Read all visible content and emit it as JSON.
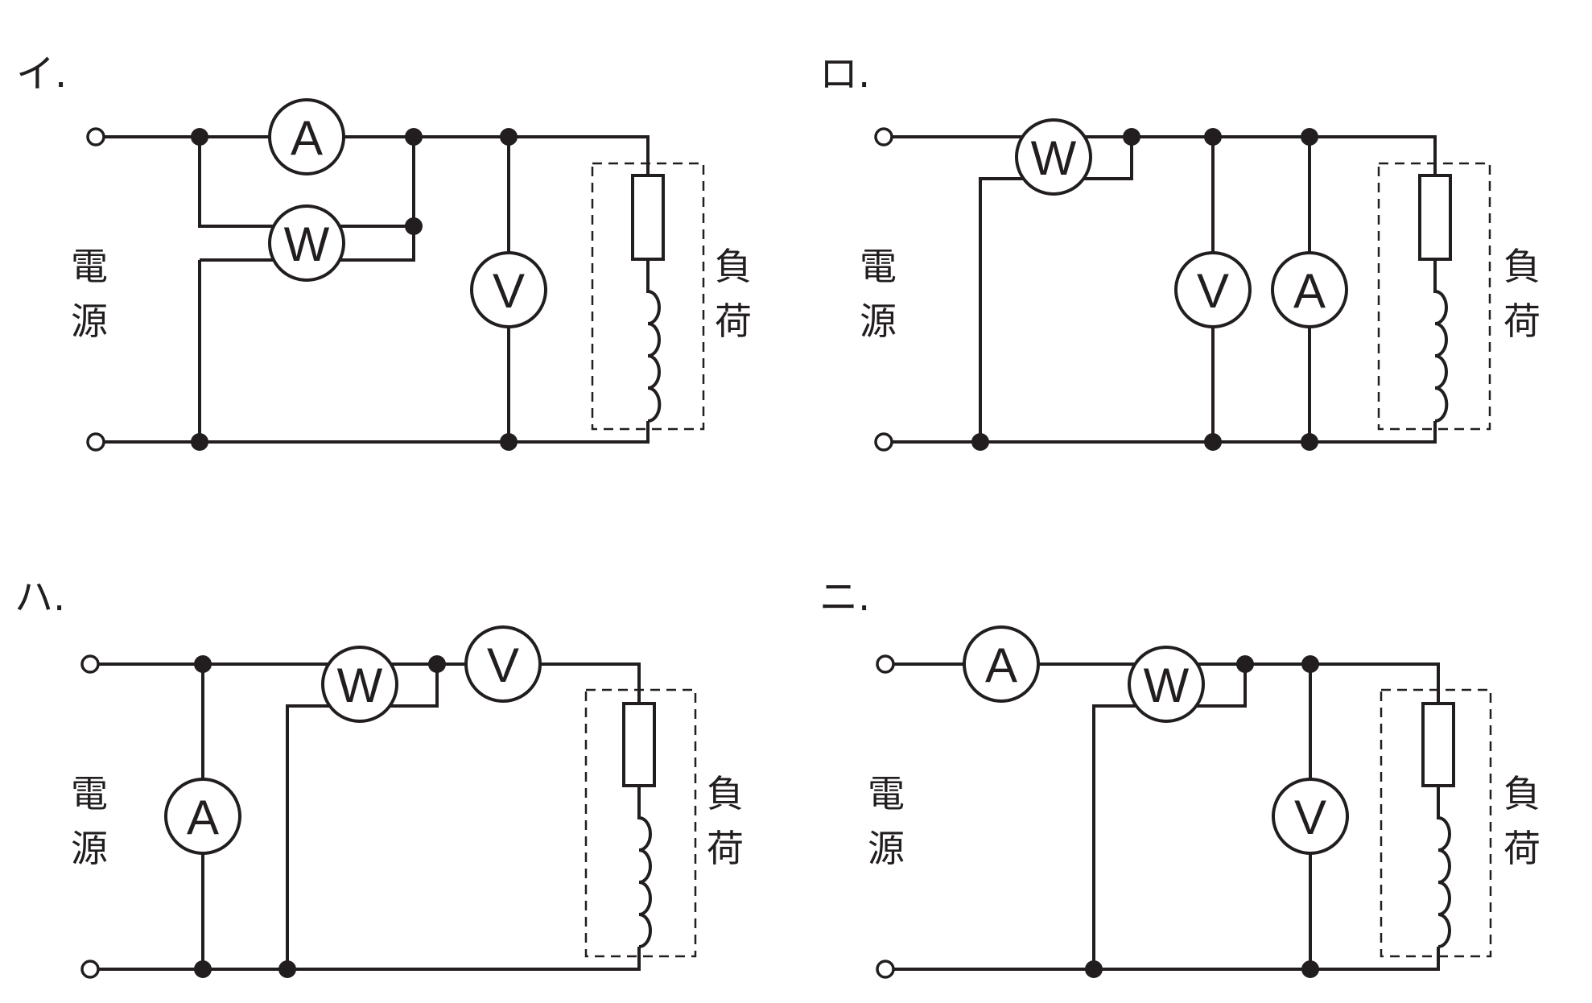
{
  "options": [
    {
      "id": "i",
      "label": "イ.",
      "meters": {
        "ammeter": "A",
        "wattmeter": "W",
        "voltmeter": "V"
      }
    },
    {
      "id": "ro",
      "label": "ロ.",
      "meters": {
        "ammeter": "A",
        "wattmeter": "W",
        "voltmeter": "V"
      }
    },
    {
      "id": "ha",
      "label": "ハ.",
      "meters": {
        "ammeter": "A",
        "wattmeter": "W",
        "voltmeter": "V"
      }
    },
    {
      "id": "ni",
      "label": "ニ.",
      "meters": {
        "ammeter": "A",
        "wattmeter": "W",
        "voltmeter": "V"
      }
    }
  ],
  "source_label": [
    "電",
    "源"
  ],
  "load_label": [
    "負",
    "荷"
  ]
}
